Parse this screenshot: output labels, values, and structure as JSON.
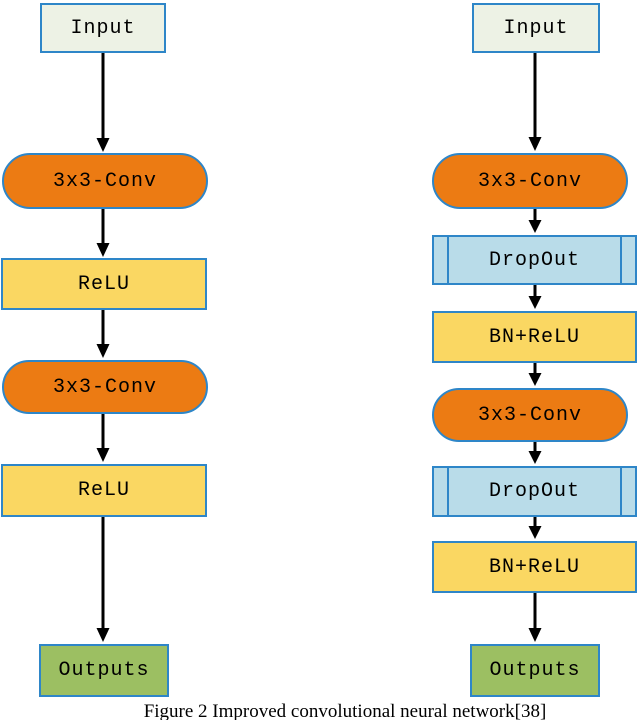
{
  "figure": {
    "caption": "Figure 2 Improved convolutional neural network[38]"
  },
  "colors": {
    "border_blue": "#2E86C8",
    "input_fill": "#EDF2E5",
    "conv_orange": "#EC7B13",
    "relu_yellow": "#FAD762",
    "dropout_blue": "#B9DCE9",
    "output_green": "#9CBF62",
    "arrow_black": "#000000"
  },
  "diagram": {
    "left_column": {
      "nodes": [
        {
          "label": "Input",
          "type": "input"
        },
        {
          "label": "3x3-Conv",
          "type": "conv"
        },
        {
          "label": "ReLU",
          "type": "activation"
        },
        {
          "label": "3x3-Conv",
          "type": "conv"
        },
        {
          "label": "ReLU",
          "type": "activation"
        },
        {
          "label": "Outputs",
          "type": "output"
        }
      ]
    },
    "right_column": {
      "nodes": [
        {
          "label": "Input",
          "type": "input"
        },
        {
          "label": "3x3-Conv",
          "type": "conv"
        },
        {
          "label": "DropOut",
          "type": "dropout"
        },
        {
          "label": "BN+ReLU",
          "type": "activation"
        },
        {
          "label": "3x3-Conv",
          "type": "conv"
        },
        {
          "label": "DropOut",
          "type": "dropout"
        },
        {
          "label": "BN+ReLU",
          "type": "activation"
        },
        {
          "label": "Outputs",
          "type": "output"
        }
      ]
    }
  }
}
